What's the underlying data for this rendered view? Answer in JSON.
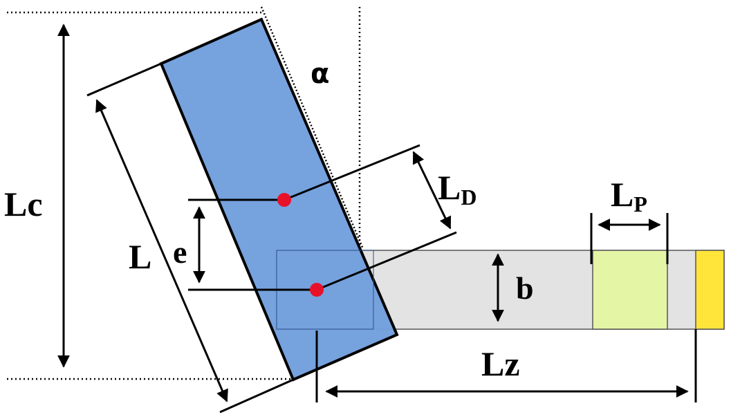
{
  "labels": {
    "lc": "Lc",
    "alpha": "α",
    "l": "L",
    "e": "e",
    "ld_main": "L",
    "ld_sub": "D",
    "lp_main": "L",
    "lp_sub": "P",
    "b": "b",
    "lz": "Lz"
  },
  "colors": {
    "tilted_block": "#729fdd",
    "horizontal_bar": "#e3e3e3",
    "green_segment": "#e5f5a6",
    "yellow_end": "#ffe53a",
    "points": "#e8112a"
  }
}
